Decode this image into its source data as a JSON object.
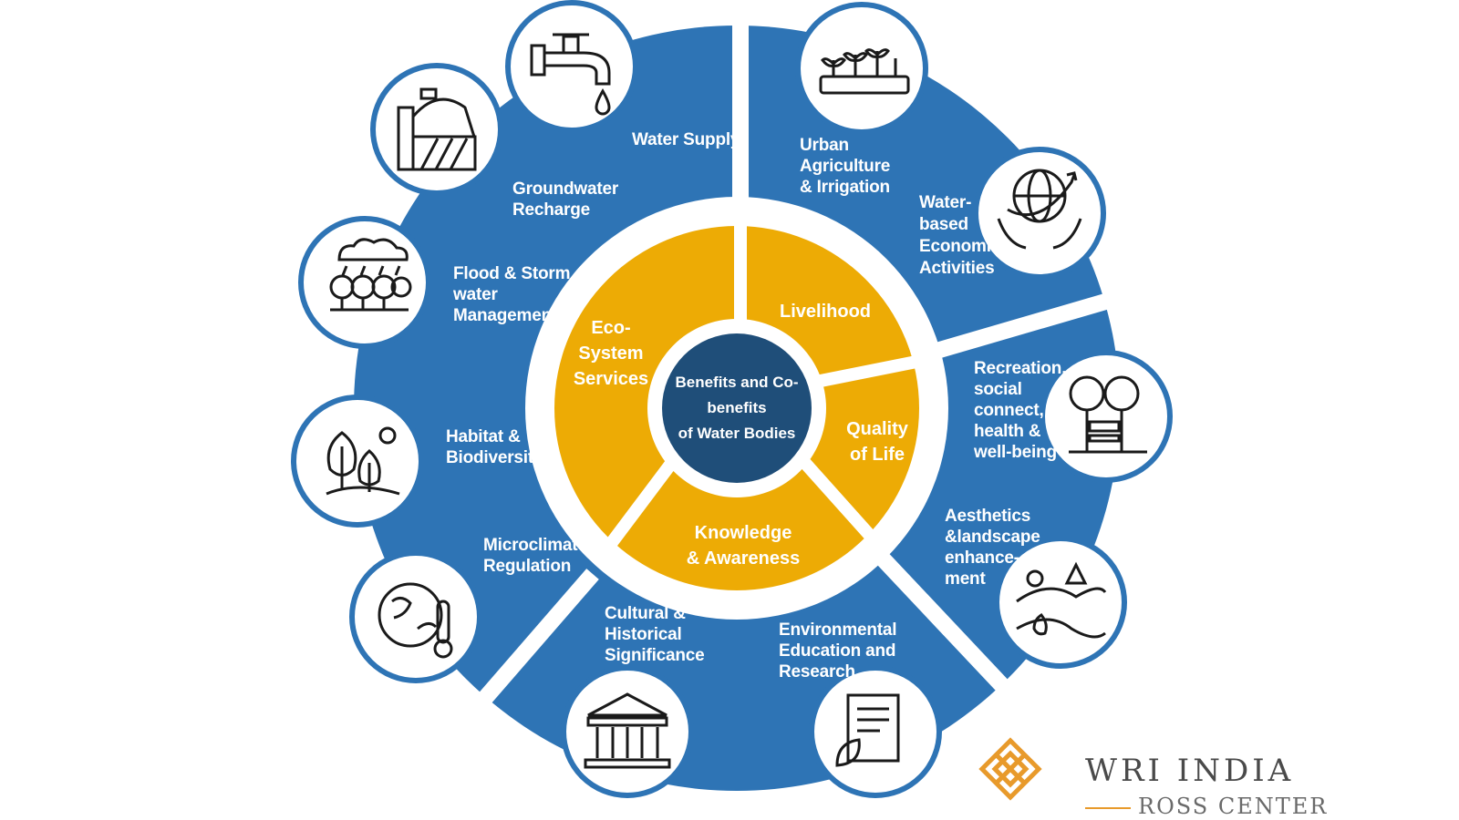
{
  "colors": {
    "outer_ring": "#2e74b5",
    "inner_ring": "#edab05",
    "center": "#1f4e79",
    "divider": "#ffffff",
    "icon_border": "#2e74b5",
    "icon_stroke": "#1a1a1a",
    "logo_accent": "#e89a2b"
  },
  "center": {
    "line1": "Benefits and Co-",
    "line2": "benefits",
    "line3": "of Water Bodies"
  },
  "categories": {
    "ecosystem": {
      "l1": "Eco-",
      "l2": "System",
      "l3": "Services"
    },
    "livelihood": {
      "l1": "Livelihood"
    },
    "quality": {
      "l1": "Quality",
      "l2": "of Life"
    },
    "knowledge": {
      "l1": "Knowledge",
      "l2": "& Awareness"
    }
  },
  "benefits": {
    "water_supply": {
      "l1": "Water Supply",
      "icon": "water-tap-icon"
    },
    "groundwater": {
      "l1": "Groundwater",
      "l2": "Recharge",
      "icon": "groundwater-well-icon"
    },
    "flood": {
      "l1": "Flood & Storm",
      "l2": "water",
      "l3": "Management",
      "icon": "rain-trees-icon"
    },
    "habitat": {
      "l1": "Habitat &",
      "l2": "Biodiversity",
      "icon": "trees-sun-icon"
    },
    "microclimate": {
      "l1": "Microclimate",
      "l2": "Regulation",
      "icon": "globe-thermometer-icon"
    },
    "cultural": {
      "l1": "Cultural &",
      "l2": "Historical",
      "l3": "Significance",
      "icon": "heritage-building-icon"
    },
    "education": {
      "l1": "Environmental",
      "l2": "Education and",
      "l3": "Research",
      "icon": "research-document-icon"
    },
    "aesthetics": {
      "l1": "Aesthetics",
      "l2": "&landscape",
      "l3": "enhance-",
      "l4": "ment",
      "icon": "landscape-icon"
    },
    "recreation": {
      "l1": "Recreation,",
      "l2": "social",
      "l3": "connect,",
      "l4": "health &",
      "l5": "well-being",
      "icon": "park-bench-icon"
    },
    "economic": {
      "l1": "Water-",
      "l2": "based",
      "l3": "Economic",
      "l4": "Activities",
      "icon": "globe-hands-icon"
    },
    "agriculture": {
      "l1": "Urban",
      "l2": "Agriculture",
      "l3": "& Irrigation",
      "icon": "sprouts-icon"
    }
  },
  "logo": {
    "name": "WRI INDIA",
    "sub": "ROSS CENTER",
    "icon": "wri-knot-logo-icon"
  }
}
